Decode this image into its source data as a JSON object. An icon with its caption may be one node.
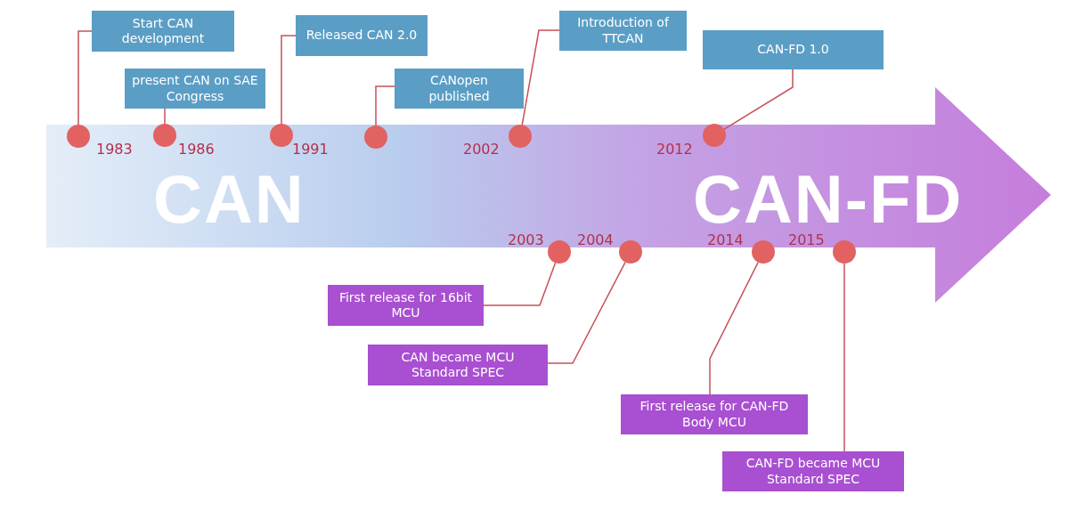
{
  "diagram": {
    "nodes": [
      {
        "text": [
          "Start CAN development"
        ]
      },
      {
        "text": [
          "present CAN on SAE Congress"
        ]
      },
      {
        "text": [
          "Released CAN 2.0"
        ]
      },
      {
        "text": [
          "CANopen published"
        ]
      },
      {
        "text": [
          "Introduction of TTCAN"
        ]
      },
      {
        "text": [
          "CAN-FD 1.0"
        ]
      },
      {
        "text": [
          "CAN",
          "CAN-FD"
        ]
      },
      {
        "text": [],
        "shape": "circle",
        "in": 6
      },
      {
        "text": [],
        "shape": "circle",
        "in": 6
      },
      {
        "text": [],
        "shape": "circle",
        "in": 6
      },
      {
        "text": [],
        "shape": "circle",
        "in": 6
      },
      {
        "text": [],
        "shape": "circle",
        "in": 6
      },
      {
        "text": [],
        "shape": "circle",
        "in": 6
      },
      {
        "text": [],
        "shape": "circle",
        "in": 6
      },
      {
        "text": [],
        "shape": "circle",
        "in": 6
      },
      {
        "text": [],
        "shape": "circle",
        "in": 6
      },
      {
        "text": [],
        "shape": "circle",
        "in": 6
      },
      {
        "text": [
          "First release for 16bit MCU"
        ]
      },
      {
        "text": [
          "CAN became MCU Standard SPEC"
        ]
      },
      {
        "text": [
          "First release for CAN-FD Body MCU"
        ]
      },
      {
        "text": [
          "CAN-FD became MCU Standard SPEC"
        ]
      }
    ],
    "edges": [
      {
        "from": 0,
        "to": 7,
        "arrow": "none"
      },
      {
        "from": 1,
        "to": 8,
        "arrow": "none"
      },
      {
        "from": 2,
        "to": 9,
        "arrow": "none"
      },
      {
        "from": 3,
        "to": 10,
        "arrow": "none"
      },
      {
        "from": 4,
        "to": 11,
        "arrow": "none"
      },
      {
        "from": 5,
        "to": 12,
        "arrow": "none"
      },
      {
        "from": 13,
        "to": 17,
        "arrow": "none"
      },
      {
        "from": 14,
        "to": 18,
        "arrow": "none"
      },
      {
        "from": 15,
        "to": 19,
        "arrow": "none"
      },
      {
        "from": 16,
        "to": 20,
        "arrow": "none"
      }
    ],
    "labels": [
      "1983",
      "1986",
      "1991",
      "2002",
      "2012",
      "2003",
      "2004",
      "2014",
      "2015"
    ]
  }
}
